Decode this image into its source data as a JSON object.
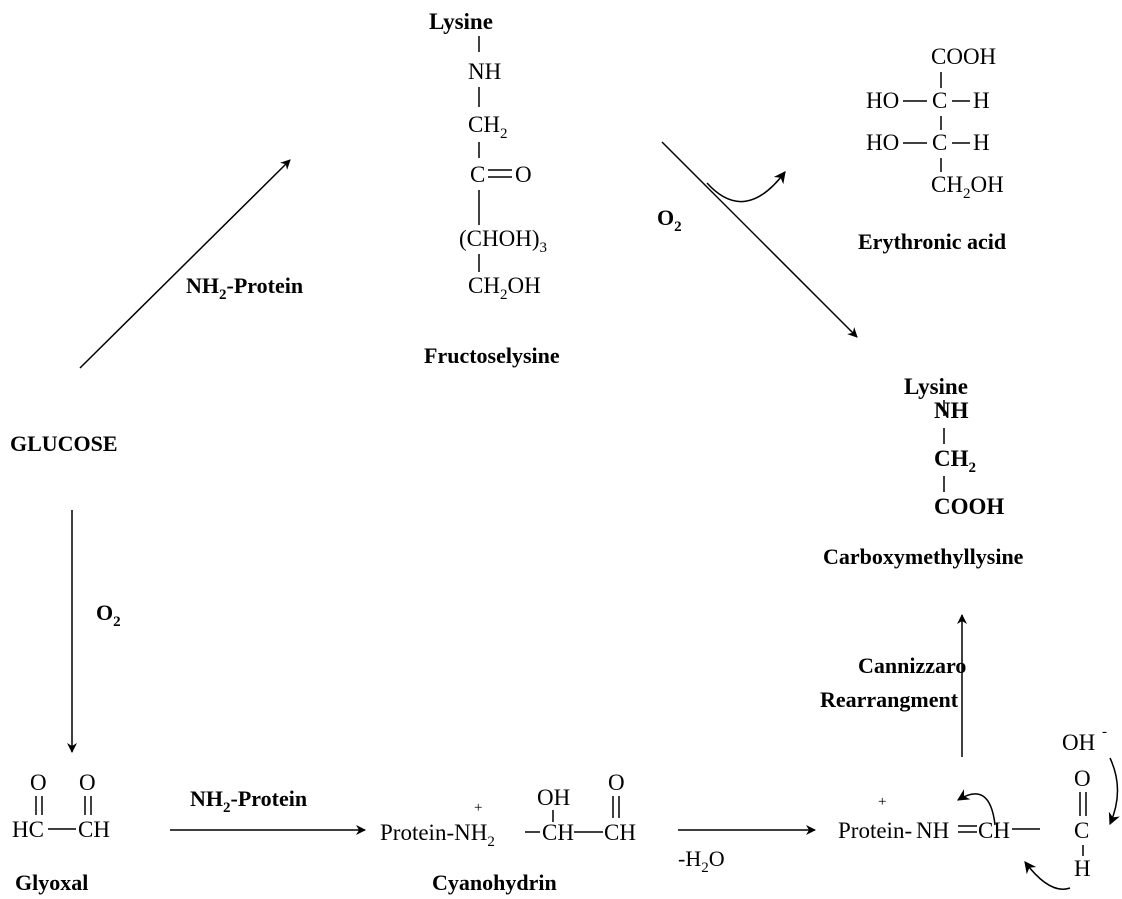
{
  "labels": {
    "glucose": "GLUCOSE",
    "fructoselysine": "Fructoselysine",
    "erythronic_acid": "Erythronic acid",
    "carboxymethyllysine": "Carboxymethyllysine",
    "glyoxal": "Glyoxal",
    "cyanohydrin": "Cyanohydrin",
    "cannizzaro_1": "Cannizzaro",
    "cannizzaro_2": "Rearrangment"
  },
  "reagents": {
    "nh2_protein_prefix": "NH",
    "nh2_protein_suffix": "-Protein",
    "sub2": "2",
    "sub3": "3",
    "o": "O",
    "minus": "-",
    "h": "H"
  },
  "fructoselysine": {
    "lysine": "Lysine",
    "nh": "NH",
    "ch": "CH",
    "c": "C",
    "o": "O",
    "chohL": "(CHOH)",
    "ch2oh_ch": "CH",
    "ch2oh_oh": "OH"
  },
  "erythronic": {
    "cooh": "COOH",
    "ho": "HO",
    "c": "C",
    "h": "H",
    "ch": "CH",
    "oh": "OH"
  },
  "cml": {
    "lysine": "Lysine",
    "nh": "NH",
    "ch": "CH",
    "cooh": "COOH"
  },
  "glyoxal_struct": {
    "o": "O",
    "hc": "HC",
    "ch": "CH"
  },
  "cyano_struct": {
    "plus": "+",
    "protein": "Protein-NH",
    "oh": "OH",
    "o": "O",
    "ch": "CH"
  },
  "imine_struct": {
    "plus": "+",
    "protein": "Protein-",
    "nh": "NH",
    "ch": "CH",
    "c": "C",
    "o": "O",
    "h": "H",
    "oh": "OH",
    "minus": "-"
  }
}
